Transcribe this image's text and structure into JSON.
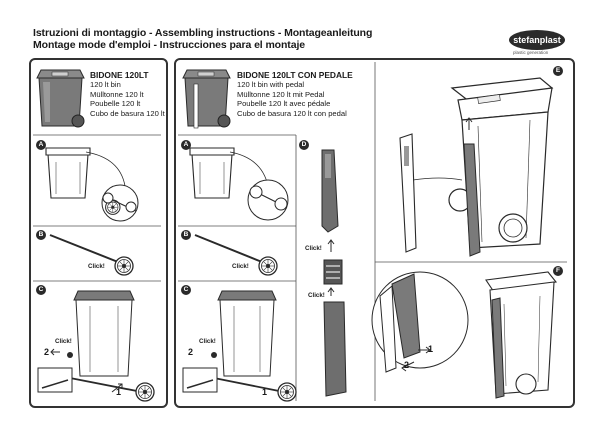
{
  "header": {
    "title_line1": "Istruzioni di montaggio - Assembling instructions - Montageanleitung",
    "title_line2": "Montage mode d'emploi - Instrucciones para el montaje",
    "logo_text": "stefanplast",
    "logo_tagline": "plastic generation"
  },
  "left_panel": {
    "product_lines": [
      "BIDONE 120LT",
      "120 lt bin",
      "Mülltonne 120 lt",
      "Poubelle 120 lt",
      "Cubo de basura 120 lt"
    ],
    "steps": [
      {
        "badge": "A"
      },
      {
        "badge": "B",
        "click": "Click!"
      },
      {
        "badge": "C",
        "click": "Click!",
        "num2": "2",
        "num1": "1"
      }
    ]
  },
  "right_panel": {
    "product_lines": [
      "BIDONE 120LT CON PEDALE",
      "120 lt bin with pedal",
      "Mülltonne 120 lt mit Pedal",
      "Poubelle 120 lt avec pédale",
      "Cubo de basura 120 lt con pedal"
    ],
    "steps": [
      {
        "badge": "A"
      },
      {
        "badge": "B",
        "click": "Click!"
      },
      {
        "badge": "C",
        "click": "Click!",
        "num2": "2",
        "num1": "1"
      },
      {
        "badge": "D",
        "click1": "Click!",
        "click2": "Click!"
      },
      {
        "badge": "E"
      },
      {
        "badge": "F",
        "num1": "1",
        "num2": "2"
      }
    ]
  },
  "colors": {
    "panel_border": "#333333",
    "line": "#2a2a2a",
    "fill_grey": "#7a7a7a",
    "fill_light": "#d9d9d9"
  }
}
